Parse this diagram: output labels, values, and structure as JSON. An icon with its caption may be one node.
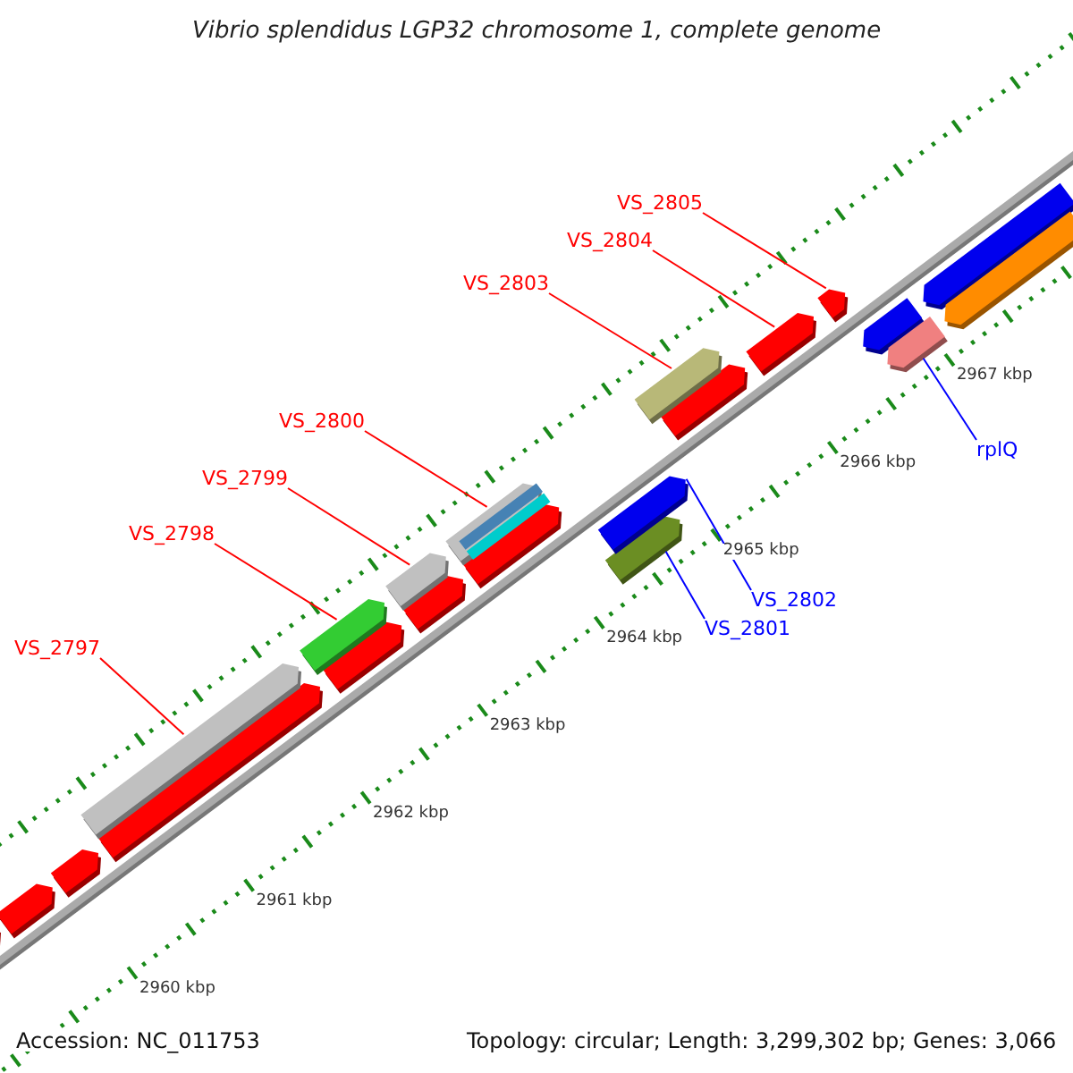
{
  "diagram": {
    "title": "Vibrio splendidus LGP32 chromosome 1, complete genome",
    "nodes": [
      {
        "text": [
          "VS_2805"
        ]
      },
      {
        "text": [
          "VS_2804"
        ]
      },
      {
        "text": [
          "VS_2803"
        ]
      },
      {
        "text": [
          "VS_2800"
        ]
      },
      {
        "text": [
          "VS_2799"
        ]
      },
      {
        "text": [
          "VS_2798"
        ]
      },
      {
        "text": [
          "VS_2797"
        ]
      },
      {
        "text": [
          "rplQ"
        ]
      },
      {
        "text": [
          "VS_2802"
        ]
      },
      {
        "text": [
          "VS_2801"
        ]
      },
      {
        "text": [],
        "shape": "bar"
      },
      {
        "text": [],
        "shape": "bar"
      },
      {
        "text": [],
        "shape": "bar"
      },
      {
        "text": [],
        "shape": "bar"
      },
      {
        "text": [],
        "shape": "bar"
      },
      {
        "text": [],
        "shape": "bar"
      },
      {
        "text": [],
        "shape": "bar"
      },
      {
        "text": [],
        "shape": "bar"
      },
      {
        "text": [],
        "shape": "bar"
      },
      {
        "text": [],
        "shape": "bar"
      }
    ],
    "edges": [
      {
        "from": 0,
        "to": 18,
        "arrow": "none"
      },
      {
        "from": 1,
        "to": 17,
        "arrow": "none"
      },
      {
        "from": 2,
        "to": 16,
        "arrow": "none"
      },
      {
        "from": 3,
        "to": 13,
        "arrow": "none"
      },
      {
        "from": 4,
        "to": 12,
        "arrow": "none"
      },
      {
        "from": 5,
        "to": 11,
        "arrow": "none"
      },
      {
        "from": 6,
        "to": 10,
        "arrow": "none"
      },
      {
        "from": 7,
        "to": 19,
        "arrow": "none",
        "color": "#0000ff"
      },
      {
        "from": 8,
        "to": 15,
        "arrow": "none",
        "color": "#0000ff"
      },
      {
        "from": 9,
        "to": 14,
        "arrow": "none",
        "color": "#0000ff"
      }
    ],
    "labels": [
      "2967 kbp",
      "2966 kbp",
      "2965 kbp",
      "2964 kbp",
      "2963 kbp",
      "2962 kbp",
      "2961 kbp",
      "2960 kbp",
      "Accession: NC_011753",
      "Topology: circular; Length: 3,299,302 bp; Genes: 3,066"
    ]
  }
}
